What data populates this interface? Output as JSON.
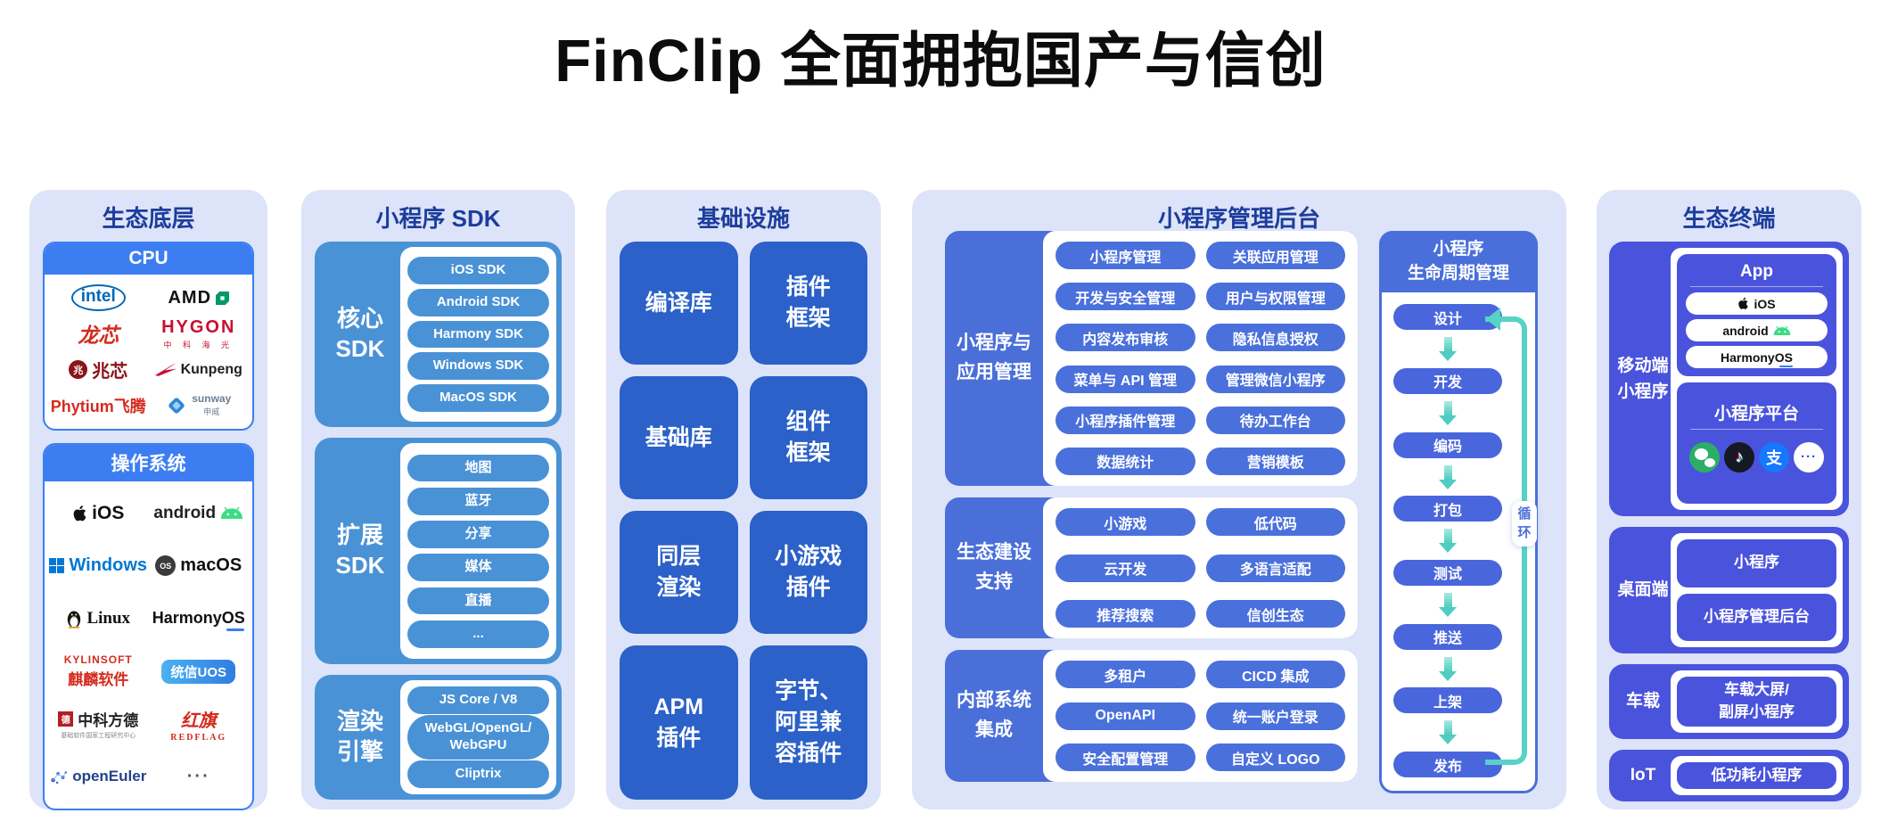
{
  "title": "FinClip 全面拥抱国产与信创",
  "palette": {
    "column_bg": "#dde3f8",
    "navy_title": "#1c3d9c",
    "bright_blue": "#3c7ef2",
    "steel_blue": "#4a92d6",
    "deep_blue": "#2b61c8",
    "admin_blue": "#4a6fd9",
    "admin_pill_blue": "#4a70dc",
    "indigo": "#4a53dc",
    "teal": "#57d2c6",
    "wechat_green": "#2dae67",
    "alipay_blue": "#1677ff",
    "douyin_black": "#161823"
  },
  "columns": {
    "eco_base": {
      "title": "生态底层",
      "cpu": {
        "header": "CPU",
        "logos": [
          {
            "text": "intel"
          },
          {
            "text": "AMD"
          },
          {
            "text": "龙芯"
          },
          {
            "text": "HYGON",
            "sub": "中 科 海 光"
          },
          {
            "text": "兆芯",
            "icon_text": "兆"
          },
          {
            "text": "Kunpeng"
          },
          {
            "text": "Phytium飞腾"
          },
          {
            "text": "sunway",
            "sub": "申威"
          }
        ]
      },
      "os": {
        "header": "操作系统",
        "logos": [
          {
            "text": "iOS"
          },
          {
            "text": "android"
          },
          {
            "text": "Windows"
          },
          {
            "text": "macOS",
            "icon_text": "OS"
          },
          {
            "text": "Linux"
          },
          {
            "text": "HarmonyOS"
          },
          {
            "text": "KYLINSOFT",
            "sub": "麒麟软件"
          },
          {
            "text": "统信UOS"
          },
          {
            "text": "中科方德",
            "sub": "基础软件国家工程研究中心",
            "icon_text": "德"
          },
          {
            "text": "红旗",
            "sub": "REDFLAG"
          },
          {
            "text": "openEuler"
          },
          {
            "text": "···"
          }
        ]
      }
    },
    "sdk": {
      "title": "小程序 SDK",
      "sections": [
        {
          "label": "核心\nSDK",
          "pills": [
            "iOS SDK",
            "Android SDK",
            "Harmony SDK",
            "Windows SDK",
            "MacOS SDK"
          ]
        },
        {
          "label": "扩展\nSDK",
          "pills": [
            "地图",
            "蓝牙",
            "分享",
            "媒体",
            "直播",
            "..."
          ]
        },
        {
          "label": "渲染\n引擎",
          "pills": [
            "JS Core / V8",
            "WebGL/OpenGL/\nWebGPU",
            "Cliptrix"
          ]
        }
      ]
    },
    "infra": {
      "title": "基础设施",
      "boxes": [
        "编译库",
        "插件\n框架",
        "基础库",
        "组件\n框架",
        "同层\n渲染",
        "小游戏\n插件",
        "APM\n插件",
        "字节、\n阿里兼\n容插件"
      ]
    },
    "admin": {
      "title": "小程序管理后台",
      "groups": [
        {
          "label": "小程序与\n应用管理",
          "pills": [
            "小程序管理",
            "关联应用管理",
            "开发与安全管理",
            "用户与权限管理",
            "内容发布审核",
            "隐私信息授权",
            "菜单与 API 管理",
            "管理微信小程序",
            "小程序插件管理",
            "待办工作台",
            "数据统计",
            "营销模板"
          ]
        },
        {
          "label": "生态建设\n支持",
          "pills": [
            "小游戏",
            "低代码",
            "云开发",
            "多语言适配",
            "推荐搜索",
            "信创生态"
          ]
        },
        {
          "label": "内部系统\n集成",
          "pills": [
            "多租户",
            "CICD 集成",
            "OpenAPI",
            "统一账户登录",
            "安全配置管理",
            "自定义 LOGO"
          ]
        }
      ],
      "lifecycle": {
        "header": "小程序\n生命周期管理",
        "steps": [
          "设计",
          "开发",
          "编码",
          "打包",
          "测试",
          "推送",
          "上架",
          "发布"
        ],
        "loop_label": "循环"
      }
    },
    "terminals": {
      "title": "生态终端",
      "mobile": {
        "label": "移动端\n小程序",
        "app_card": {
          "title": "App",
          "pills": [
            {
              "text": "iOS"
            },
            {
              "text": "android"
            },
            {
              "text": "HarmonyOS"
            }
          ]
        },
        "platform_card": {
          "title": "小程序平台",
          "alipay_glyph": "支",
          "douyin_glyph": "♪",
          "more_glyph": "···"
        }
      },
      "desktop": {
        "label": "桌面端",
        "boxes": [
          "小程序",
          "小程序管理后台"
        ]
      },
      "vehicle": {
        "label": "车载",
        "box": "车载大屏/\n副屏小程序"
      },
      "iot": {
        "label": "IoT",
        "box": "低功耗小程序"
      }
    }
  }
}
